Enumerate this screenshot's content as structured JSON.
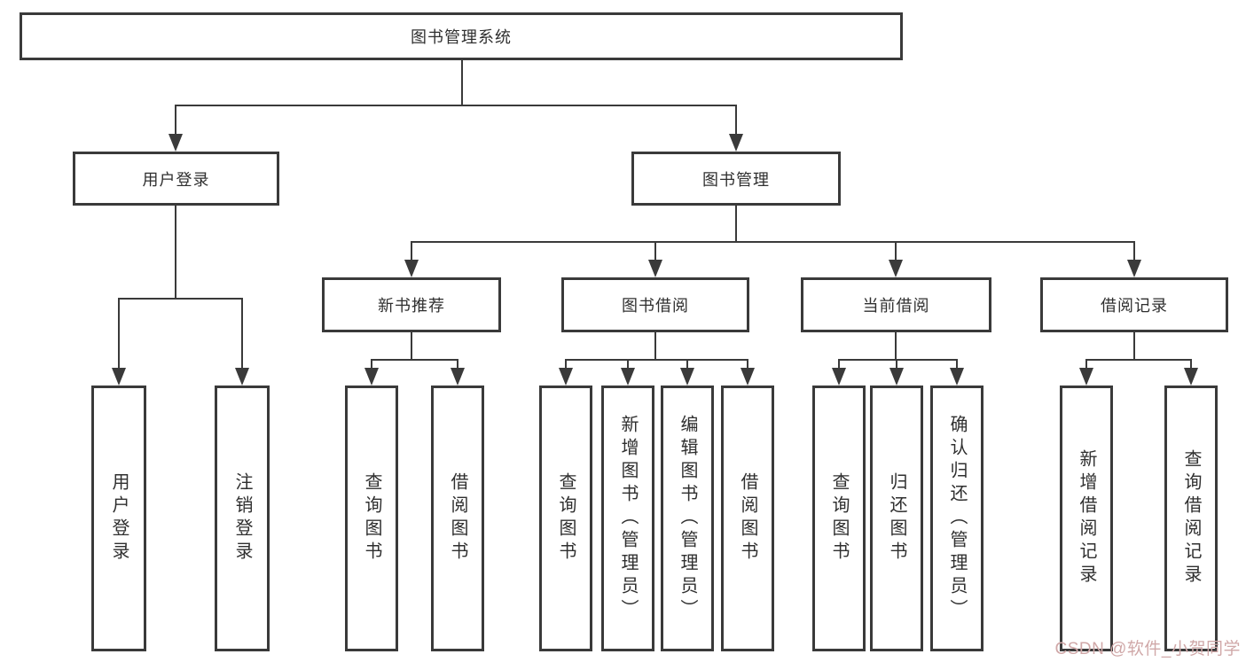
{
  "diagram": {
    "type": "hierarchy-tree",
    "title": "图书管理系统",
    "colors": {
      "line": "#3a3a3a",
      "text": "#2f2f2f",
      "background": "#ffffff",
      "watermark": "#d0a8a8"
    },
    "tree": {
      "label": "图书管理系统",
      "children": [
        {
          "label": "用户登录",
          "children": [
            {
              "label": "用户登录"
            },
            {
              "label": "注销登录"
            }
          ]
        },
        {
          "label": "图书管理",
          "children": [
            {
              "label": "新书推荐",
              "children": [
                {
                  "label": "查询图书"
                },
                {
                  "label": "借阅图书"
                }
              ]
            },
            {
              "label": "图书借阅",
              "children": [
                {
                  "label": "查询图书"
                },
                {
                  "label": "新增图书（管理员）"
                },
                {
                  "label": "编辑图书（管理员）"
                },
                {
                  "label": "借阅图书"
                }
              ]
            },
            {
              "label": "当前借阅",
              "children": [
                {
                  "label": "查询图书"
                },
                {
                  "label": "归还图书"
                },
                {
                  "label": "确认归还（管理员）"
                }
              ]
            },
            {
              "label": "借阅记录",
              "children": [
                {
                  "label": "新增借阅记录"
                },
                {
                  "label": "查询借阅记录"
                }
              ]
            }
          ]
        }
      ]
    },
    "watermark": "CSDN @软件_小贺同学"
  }
}
